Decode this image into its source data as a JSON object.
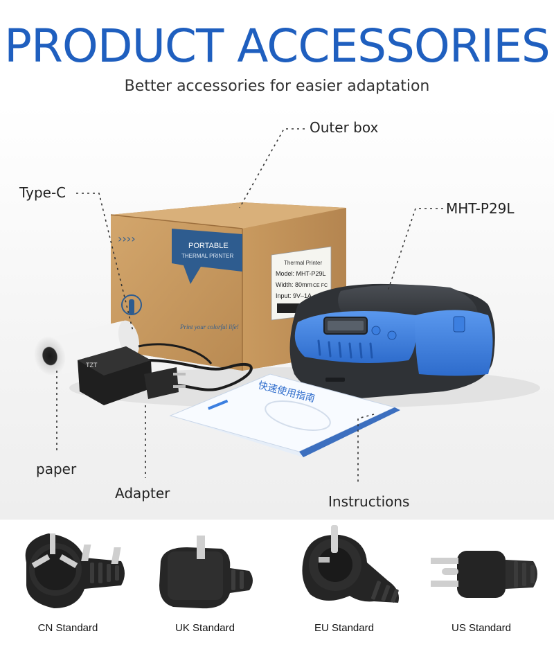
{
  "header": {
    "title": "PRODUCT ACCESSORIES",
    "subtitle": "Better accessories for easier adaptation"
  },
  "callouts": {
    "outer_box": "Outer box",
    "type_c": "Type-C",
    "printer": "MHT-P29L",
    "paper": "paper",
    "adapter": "Adapter",
    "instructions": "Instructions"
  },
  "box": {
    "banner_line1": "PORTABLE",
    "banner_line2": "THERMAL PRINTER",
    "label_title": "Thermal Printer",
    "label_model": "Model: MHT-P29L",
    "label_width": "Width: 80mm",
    "label_marks": "CE FC",
    "label_input": "Input: 9V–1A",
    "slogan": "Print your colorful life!"
  },
  "manual": {
    "cover_text": "快速使用指南"
  },
  "adapter_label": "TZT",
  "plugs": [
    {
      "label": "CN Standard"
    },
    {
      "label": "UK Standard"
    },
    {
      "label": "EU Standard"
    },
    {
      "label": "US Standard"
    }
  ],
  "colors": {
    "title_blue": "#1f5fbf",
    "printer_blue": "#3c7fe0",
    "printer_body": "#2f3236",
    "cardboard": "#c89b62",
    "box_banner": "#2e5c8f"
  }
}
